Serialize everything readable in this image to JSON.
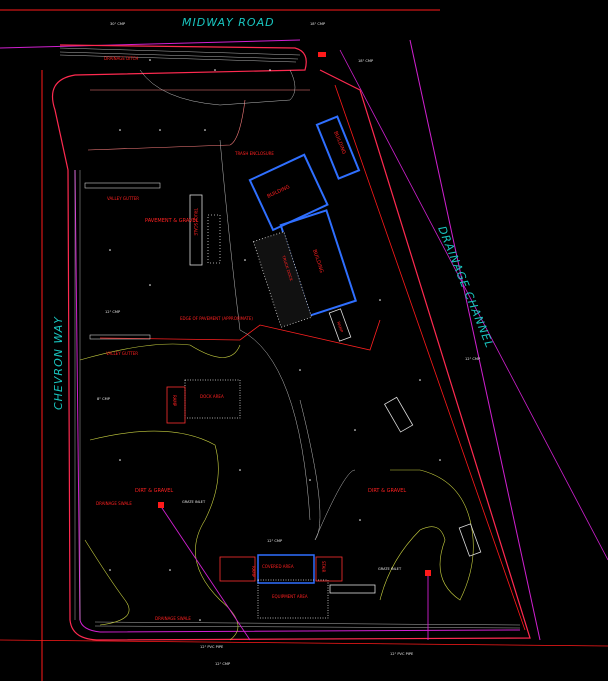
{
  "roads": {
    "north": "MIDWAY ROAD",
    "west": "CHEVRON WAY",
    "east": "DRAINAGE CHANNEL"
  },
  "areas": {
    "building_1": "BUILDING",
    "building_2": "BUILDING",
    "building_3": "BUILDING",
    "truck_scale": "TRUCK SCALE",
    "truck_dock": "TRUCK DOCK",
    "pavement_gravel": "PAVEMENT & GRAVEL",
    "dirt_gravel_west": "DIRT & GRAVEL",
    "dirt_gravel_east": "DIRT & GRAVEL",
    "covered_area": "COVERED AREA",
    "equipment_area": "EQUIPMENT AREA",
    "dock_area": "DOCK AREA",
    "ramp_1": "RAMP",
    "ramp_2": "RAMP",
    "ramp_3": "RAMP",
    "stair": "STAIR"
  },
  "notes": {
    "drainage_ditch": "DRAINAGE DITCH",
    "drainage_swale_w": "DRAINAGE SWALE",
    "drainage_swale_s": "DRAINAGE SWALE",
    "valley_gutter_1": "VALLEY GUTTER",
    "valley_gutter_2": "VALLEY GUTTER",
    "trash_enclosure": "TRASH ENCLOSURE",
    "edge_of_pavement": "EDGE OF PAVEMENT (APPROXIMATE)",
    "cmp_1": "30\" CMP",
    "cmp_2": "18\" CMP",
    "cmp_3": "18\" CMP",
    "cmp_4": "12\" CMP",
    "cmp_5": "8\" CMP",
    "cmp_6": "12\" CMP",
    "cmp_7": "12\" CMP",
    "grate_1": "GRATE INLET",
    "grate_2": "GRATE INLET",
    "pvc_1": "12\" PVC PIPE",
    "pvc_2": "12\" PVC PIPE",
    "cmp_8": "12\" CMP"
  },
  "colors": {
    "boundary": "#ff1a1a",
    "property_line": "#d020d0",
    "building": "#2f6fff",
    "contour": "#c8d040",
    "road_label": "#19c6c0"
  }
}
